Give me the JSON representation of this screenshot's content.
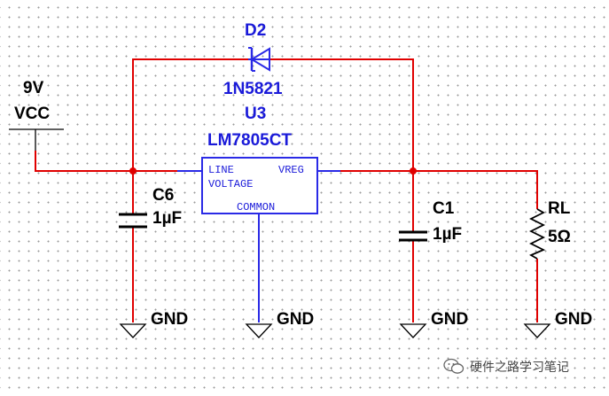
{
  "labels": {
    "vcc_value": "9V",
    "vcc_name": "VCC",
    "diode_ref": "D2",
    "diode_part": "1N5821",
    "reg_ref": "U3",
    "reg_part": "LM7805CT",
    "reg_pin_line": "LINE",
    "reg_pin_voltage": "VOLTAGE",
    "reg_pin_vreg": "VREG",
    "reg_pin_common": "COMMON",
    "c6_ref": "C6",
    "c6_value": "1µF",
    "c1_ref": "C1",
    "c1_value": "1µF",
    "rl_ref": "RL",
    "rl_value": "5Ω",
    "gnd": "GND"
  },
  "watermark": {
    "text": "硬件之路学习笔记"
  },
  "colors": {
    "wire_supply": "#e00000",
    "wire_ground": "#2a2ae6",
    "component_label": "#1a1ad9",
    "text": "#000000"
  }
}
